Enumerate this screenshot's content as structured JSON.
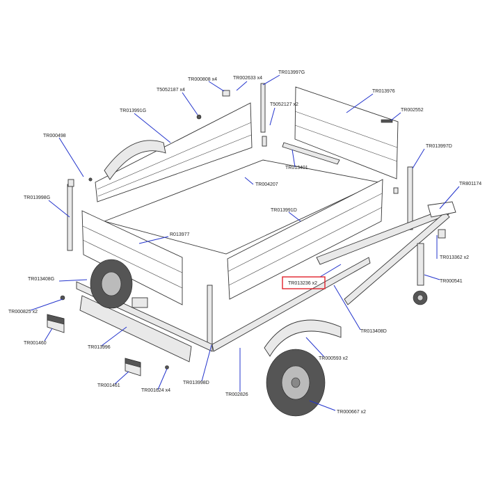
{
  "diagram": {
    "highlight_color": "#e0212b",
    "leader_color": "#2233cc",
    "labels": [
      {
        "key": "tr000808",
        "text": "TR000808 x4"
      },
      {
        "key": "tr002633",
        "text": "TR002633 x4"
      },
      {
        "key": "tr013997g",
        "text": "TR013997G"
      },
      {
        "key": "t5052187",
        "text": "T5052187 x4"
      },
      {
        "key": "tr013976",
        "text": "TR013976"
      },
      {
        "key": "tr013991g",
        "text": "TR013991G"
      },
      {
        "key": "t5052127",
        "text": "T5052127 x2"
      },
      {
        "key": "tr002552",
        "text": "TR002552"
      },
      {
        "key": "tr000498",
        "text": "TR000498"
      },
      {
        "key": "tr013997d",
        "text": "TR013997D"
      },
      {
        "key": "tr013401",
        "text": "TR013401"
      },
      {
        "key": "tr004207",
        "text": "TR004207"
      },
      {
        "key": "tr801174",
        "text": "TR801174"
      },
      {
        "key": "tr013998g",
        "text": "TR013998G"
      },
      {
        "key": "tr013991d",
        "text": "TR013991D"
      },
      {
        "key": "r013977",
        "text": "R013977"
      },
      {
        "key": "tr013362",
        "text": "TR013362 x2"
      },
      {
        "key": "tr013408g",
        "text": "TR013408G"
      },
      {
        "key": "tr013236",
        "text": "TR013236 x2"
      },
      {
        "key": "tr000541",
        "text": "TR000541"
      },
      {
        "key": "tr000825",
        "text": "TR000825 x2"
      },
      {
        "key": "tr013408d",
        "text": "TR013408D"
      },
      {
        "key": "tr001460",
        "text": "TR001460"
      },
      {
        "key": "tr013996",
        "text": "TR013996"
      },
      {
        "key": "tr000593",
        "text": "TR000593 x2"
      },
      {
        "key": "tr001461",
        "text": "TR001461"
      },
      {
        "key": "tr001624",
        "text": "TR001624 x4"
      },
      {
        "key": "tr013998d",
        "text": "TR013998D"
      },
      {
        "key": "tr002826",
        "text": "TR002826"
      },
      {
        "key": "tr000667",
        "text": "TR000667 x2"
      }
    ]
  }
}
